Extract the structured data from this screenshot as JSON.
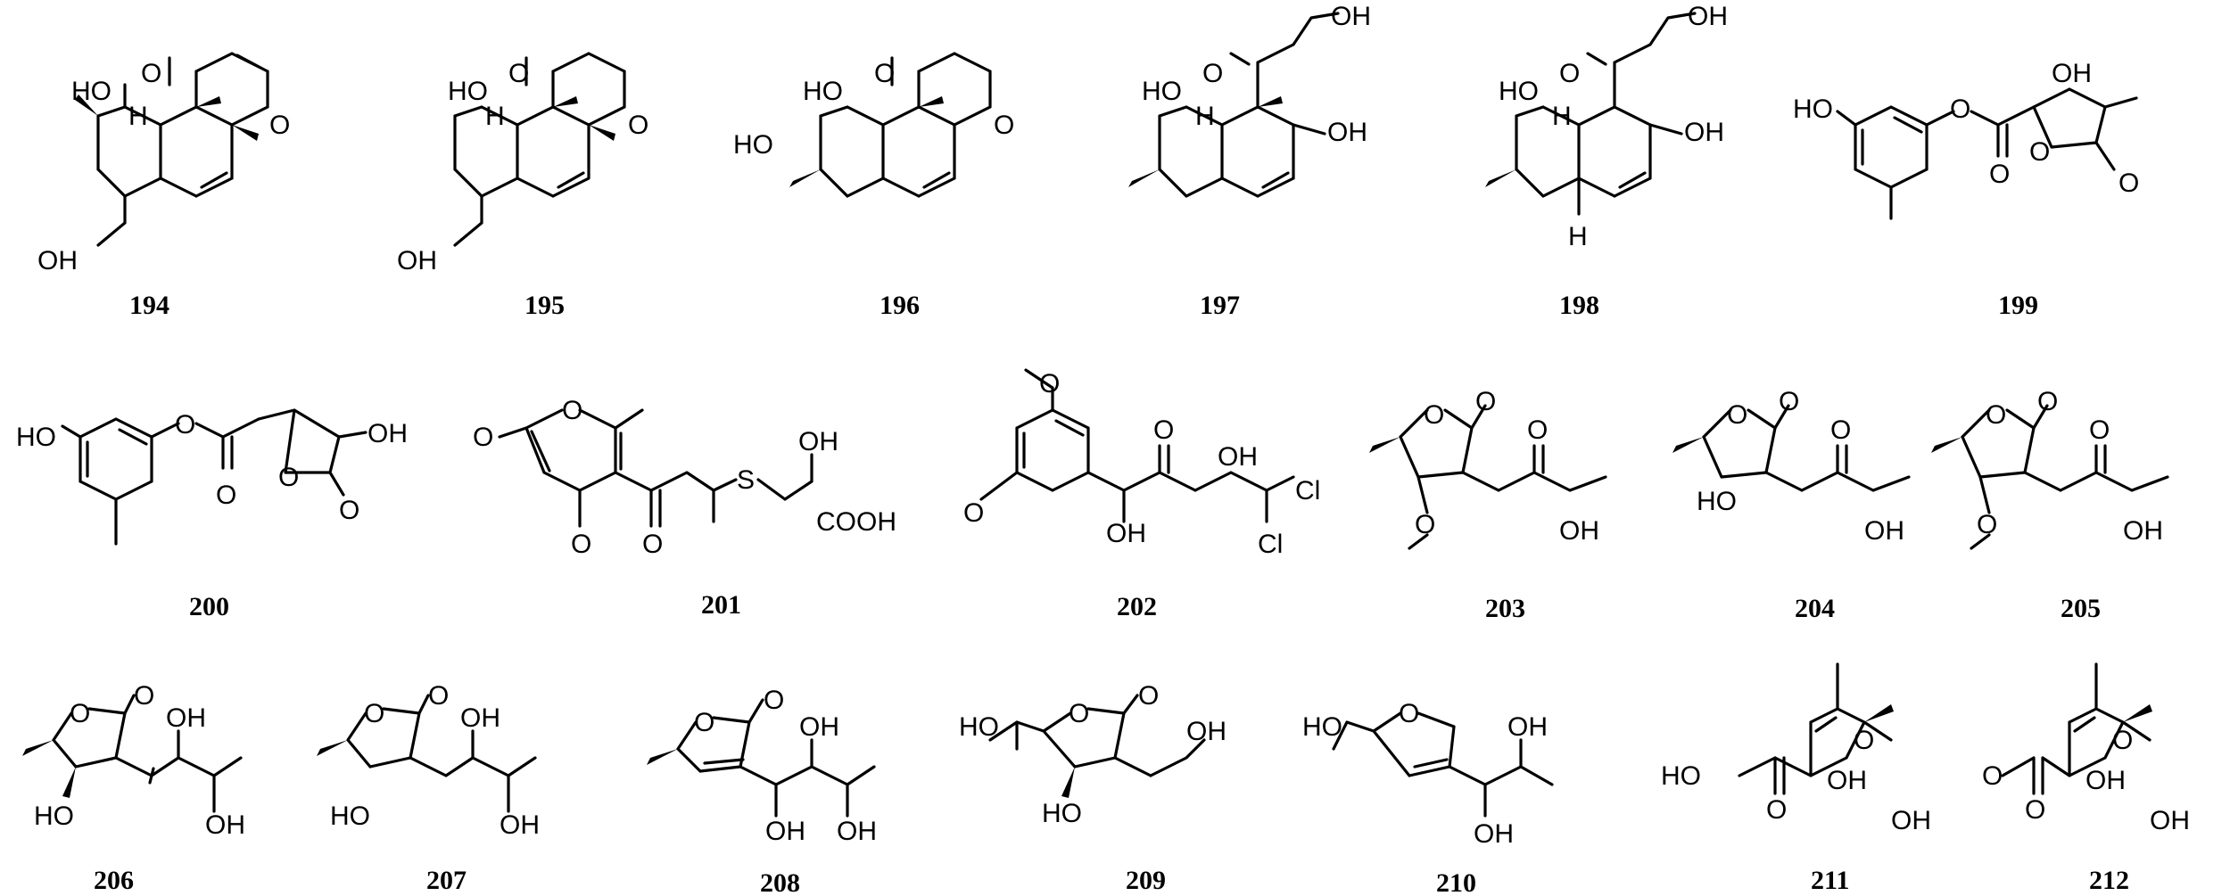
{
  "compounds": {
    "row1": [
      {
        "id": "194",
        "labels": [
          "HO",
          "H",
          "O",
          "O",
          "OH"
        ]
      },
      {
        "id": "195",
        "labels": [
          "HO",
          "H",
          "O",
          "O",
          "OH"
        ]
      },
      {
        "id": "196",
        "labels": [
          "HO",
          "HO",
          "O",
          "O"
        ]
      },
      {
        "id": "197",
        "labels": [
          "HO",
          "H",
          "O",
          "OH",
          "OH"
        ]
      },
      {
        "id": "198",
        "labels": [
          "HO",
          "H",
          "O",
          "OH",
          "OH",
          "H"
        ]
      },
      {
        "id": "199",
        "labels": [
          "HO",
          "O",
          "O",
          "OH",
          "O",
          "O"
        ]
      }
    ],
    "row2": [
      {
        "id": "200",
        "labels": [
          "HO",
          "O",
          "O",
          "O",
          "OH",
          "O"
        ]
      },
      {
        "id": "201",
        "labels": [
          "O",
          "O",
          "O",
          "O",
          "S",
          "OH",
          "COOH"
        ]
      },
      {
        "id": "202",
        "labels": [
          "O",
          "O",
          "O",
          "OH",
          "Cl",
          "Cl",
          "OH"
        ]
      },
      {
        "id": "203",
        "labels": [
          "O",
          "O",
          "O",
          "O",
          "OH"
        ]
      },
      {
        "id": "204",
        "labels": [
          "O",
          "O",
          "HO",
          "O",
          "OH"
        ]
      },
      {
        "id": "205",
        "labels": [
          "O",
          "O",
          "O",
          "O",
          "OH"
        ]
      }
    ],
    "row3": [
      {
        "id": "206",
        "labels": [
          "O",
          "O",
          "HO",
          "OH",
          "OH"
        ]
      },
      {
        "id": "207",
        "labels": [
          "O",
          "O",
          "HO",
          "OH",
          "OH"
        ]
      },
      {
        "id": "208",
        "labels": [
          "O",
          "O",
          "OH",
          "OH",
          "OH"
        ]
      },
      {
        "id": "209",
        "labels": [
          "HO",
          "O",
          "O",
          "HO",
          "OH"
        ]
      },
      {
        "id": "210",
        "labels": [
          "HO",
          "O",
          "OH",
          "OH"
        ]
      },
      {
        "id": "211",
        "labels": [
          "HO",
          "O",
          "O",
          "OH",
          "OH"
        ]
      },
      {
        "id": "212",
        "labels": [
          "O",
          "O",
          "O",
          "OH",
          "OH"
        ]
      }
    ]
  }
}
